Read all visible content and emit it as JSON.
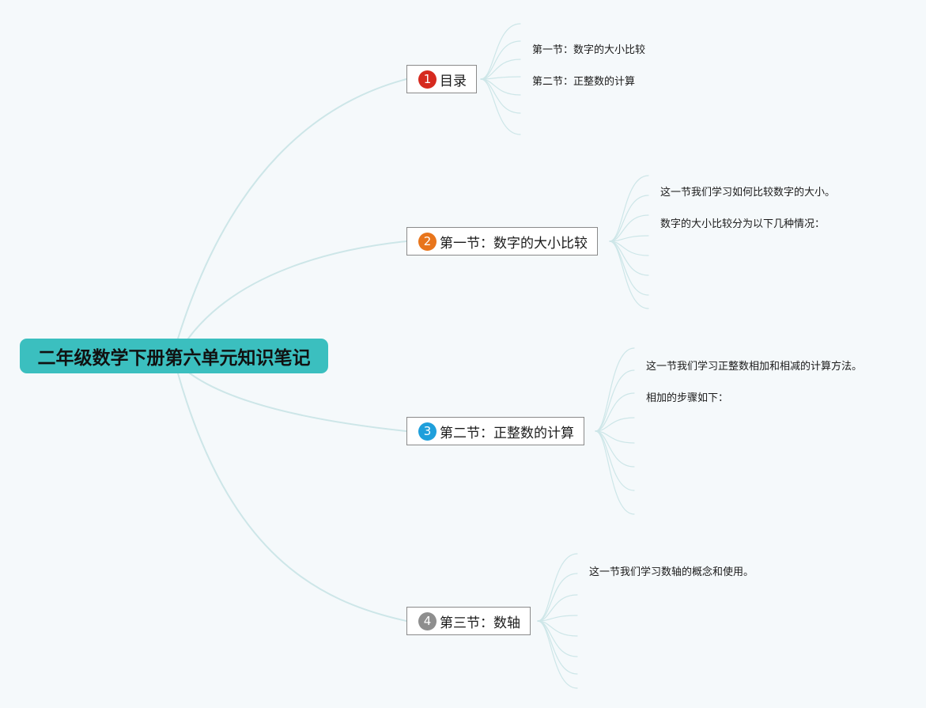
{
  "root": {
    "label": "二年级数学下册第六单元知识笔记"
  },
  "topics": [
    {
      "number": "1",
      "badge_color": "#d62a1f",
      "label": "目录",
      "notes": [
        "第一节：数字的大小比较",
        "第二节：正整数的计算"
      ]
    },
    {
      "number": "2",
      "badge_color": "#e8751c",
      "label": "第一节：数字的大小比较",
      "notes": [
        "这一节我们学习如何比较数字的大小。",
        "数字的大小比较分为以下几种情况："
      ]
    },
    {
      "number": "3",
      "badge_color": "#1f9fdb",
      "label": "第二节：正整数的计算",
      "notes": [
        "这一节我们学习正整数相加和相减的计算方法。",
        "相加的步骤如下："
      ]
    },
    {
      "number": "4",
      "badge_color": "#8e8e8e",
      "label": "第三节：数轴",
      "notes": [
        "这一节我们学习数轴的概念和使用。"
      ]
    }
  ],
  "colors": {
    "background": "#f5f9fb",
    "root_fill": "#3bbfbf",
    "link": "#cde6e8",
    "topic_border": "#8a8a8a"
  }
}
